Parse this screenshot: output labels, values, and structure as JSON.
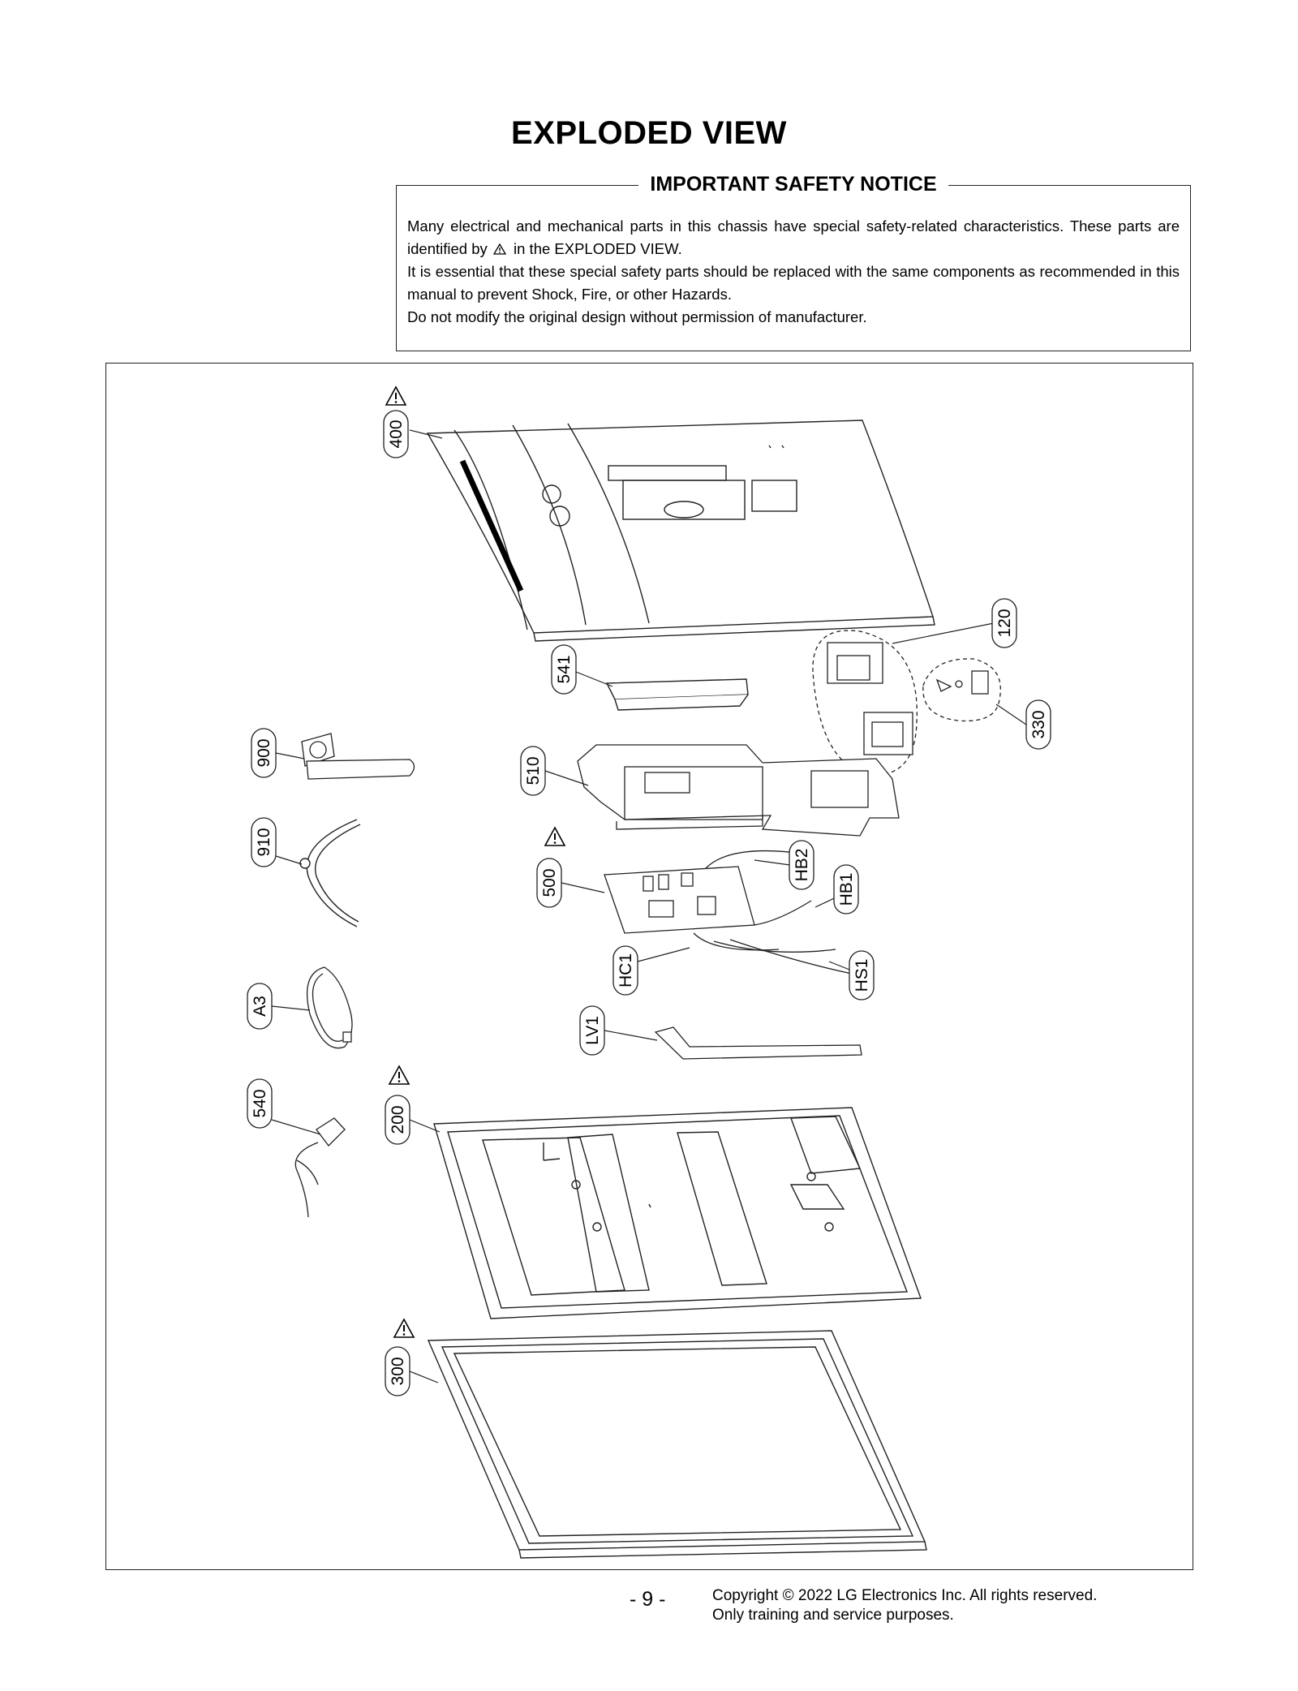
{
  "page": {
    "title": "EXPLODED VIEW"
  },
  "notice": {
    "heading": "IMPORTANT SAFETY NOTICE",
    "line1_a": "Many electrical and mechanical parts in this chassis have special safety-related characteristics. These parts are identified by",
    "line1_b": "in the EXPLODED VIEW.",
    "line2": "It is essential that these special safety parts should be replaced with the same components as recommended in this manual to prevent Shock, Fire, or other Hazards.",
    "line3": "Do not modify the original design without permission of manufacturer.",
    "warning_icon": "warning-triangle-icon"
  },
  "diagram": {
    "part_labels": {
      "p400": "400",
      "p120": "120",
      "p541": "541",
      "p330": "330",
      "p900": "900",
      "p510": "510",
      "p910": "910",
      "p500": "500",
      "pHB2": "HB2",
      "pHB1": "HB1",
      "pHC1": "HC1",
      "pHS1": "HS1",
      "pA3": "A3",
      "pLV1": "LV1",
      "p540": "540",
      "p200": "200",
      "p300": "300"
    },
    "safety_marked_parts": [
      "400",
      "500",
      "200",
      "300"
    ]
  },
  "footer": {
    "page_number": "- 9 -",
    "copyright": "Copyright © 2022 LG Electronics Inc. All rights reserved.",
    "usage": "Only training and service purposes."
  }
}
